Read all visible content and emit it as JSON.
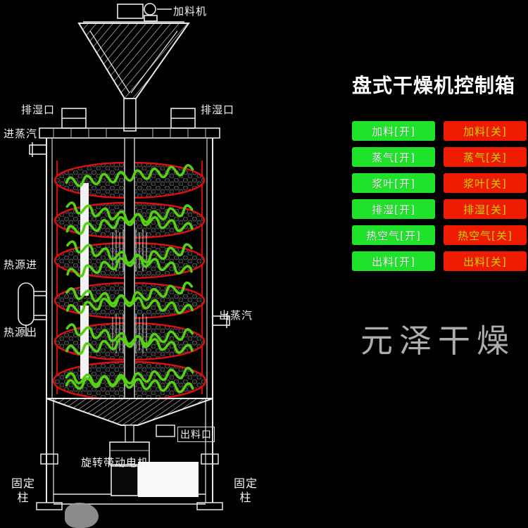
{
  "background": "#000000",
  "watermark": "元泽干燥",
  "diagram": {
    "labels": {
      "feeder": "加料机",
      "exhaust_left": "排湿口",
      "exhaust_right": "排湿口",
      "steam_in": "进蒸汽",
      "heat_source_in": "热源进",
      "heat_source_out": "热源出",
      "steam_out": "出蒸汽",
      "discharge": "出料口",
      "motor": "旋转带动电机",
      "fixed_column_left": "固定柱",
      "fixed_column_right": "固定柱"
    },
    "disc_count": 6,
    "colors": {
      "disc_rim": "#da1010",
      "auger": "#55d013",
      "line": "#e8e8e8"
    }
  },
  "panel": {
    "title": "盘式干燥机控制箱",
    "buttons": [
      {
        "name": "feed",
        "on": "加料[开]",
        "off": "加料[关]"
      },
      {
        "name": "steam",
        "on": "蒸气[开]",
        "off": "蒸气[关]"
      },
      {
        "name": "paddle",
        "on": "浆叶[开]",
        "off": "浆叶[关]"
      },
      {
        "name": "dehumidify",
        "on": "排湿[开]",
        "off": "排湿[关]"
      },
      {
        "name": "hot_air",
        "on": "热空气[开]",
        "off": "热空气[关]"
      },
      {
        "name": "discharge",
        "on": "出料[开]",
        "off": "出料[关]"
      }
    ],
    "colors": {
      "on_bg": "#1fe32b",
      "off_bg": "#ee1b00",
      "on_text": "#ffffff",
      "off_text": "#c8d400"
    }
  }
}
